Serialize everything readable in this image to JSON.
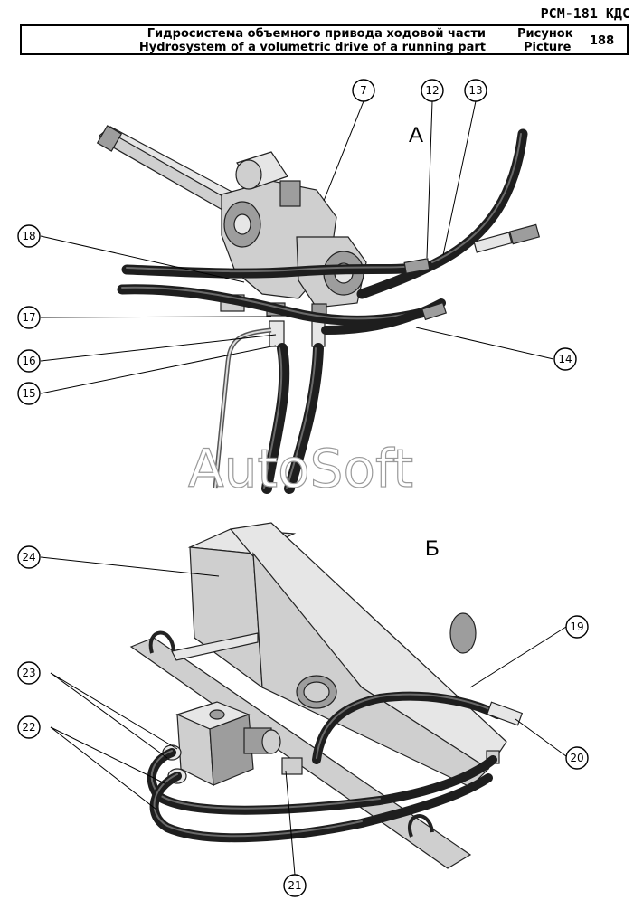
{
  "header": {
    "doc_code": "РСМ-181 КДС",
    "title_ru": "Гидросистема объемного привода ходовой части",
    "title_en": "Hydrosystem of a volumetric drive of a running part",
    "label_ru": "Рисунок",
    "label_en": "Picture",
    "picture_number": "188"
  },
  "views": {
    "a": "А",
    "b": "Б"
  },
  "watermark": "AutoSoft",
  "callouts": [
    "7",
    "12",
    "13",
    "18",
    "17",
    "16",
    "15",
    "14",
    "24",
    "19",
    "23",
    "22",
    "20",
    "21"
  ]
}
